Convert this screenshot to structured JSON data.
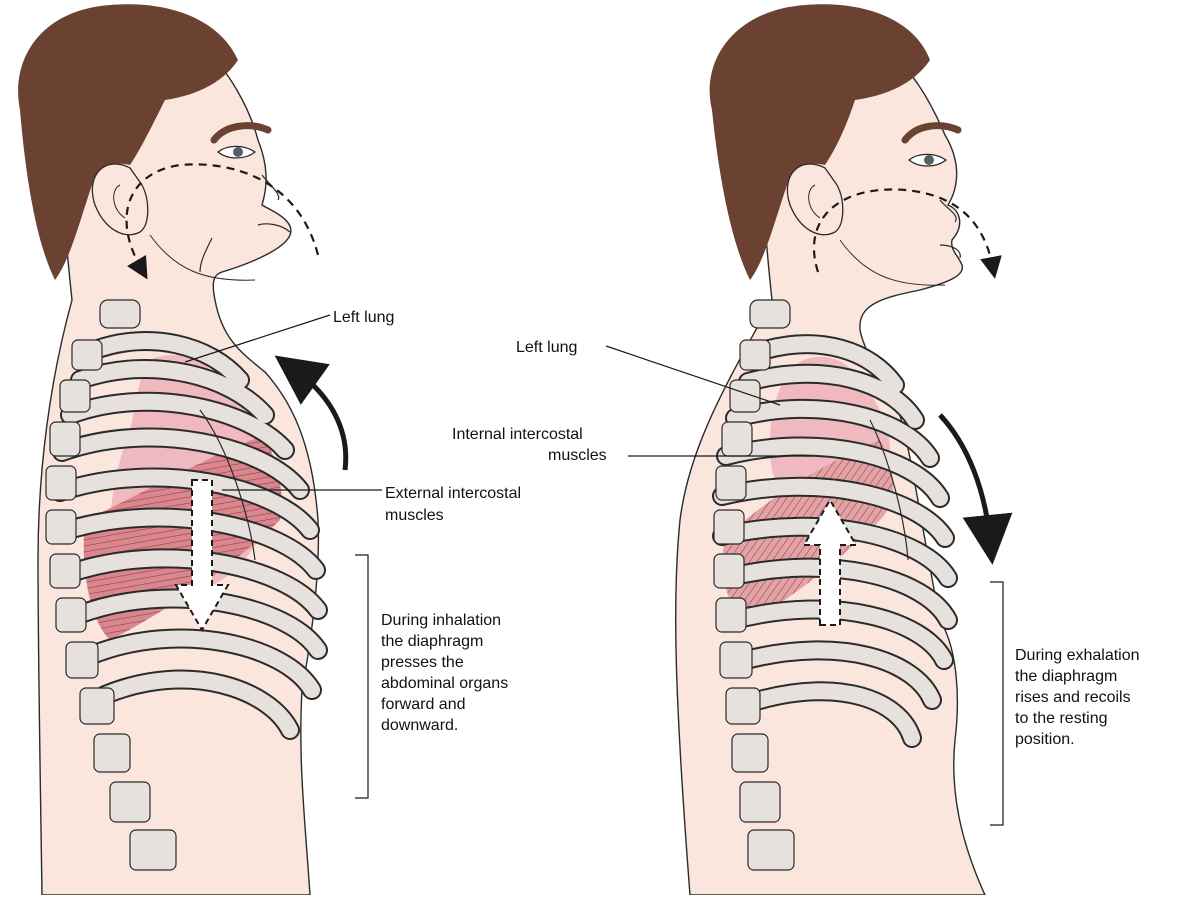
{
  "colors": {
    "skin": "#fbe6de",
    "hair": "#6b4232",
    "bone": "#e6e1dc",
    "bone_outline": "#2b2b2b",
    "lung": "#f0b9c0",
    "lung_light": "#f7d4d6",
    "muscle": "#d9868d",
    "muscle_light": "#e8aeae",
    "arrow": "#1a1a1a"
  },
  "left_panel": {
    "lung_label": "Left  lung",
    "muscle_label_1": "External intercostal",
    "muscle_label_2": "muscles",
    "note_lines": [
      "During inhalation",
      "the diaphragm",
      "presses the",
      "abdominal organs",
      "forward and",
      "downward."
    ]
  },
  "right_panel": {
    "lung_label": "Left lung",
    "muscle_label_1": "Internal intercostal",
    "muscle_label_2": "muscles",
    "note_lines": [
      "During exhalation",
      "the diaphragm",
      "rises and recoils",
      "to the resting",
      "position."
    ]
  },
  "icons": {
    "airflow_in": "dashed-curved-arrow-icon",
    "airflow_out": "dashed-curved-arrow-icon",
    "chest_up": "curved-arrow-up-icon",
    "chest_down": "curved-arrow-down-icon",
    "diaphragm_down": "hollow-arrow-down-icon",
    "diaphragm_up": "hollow-arrow-up-icon"
  }
}
